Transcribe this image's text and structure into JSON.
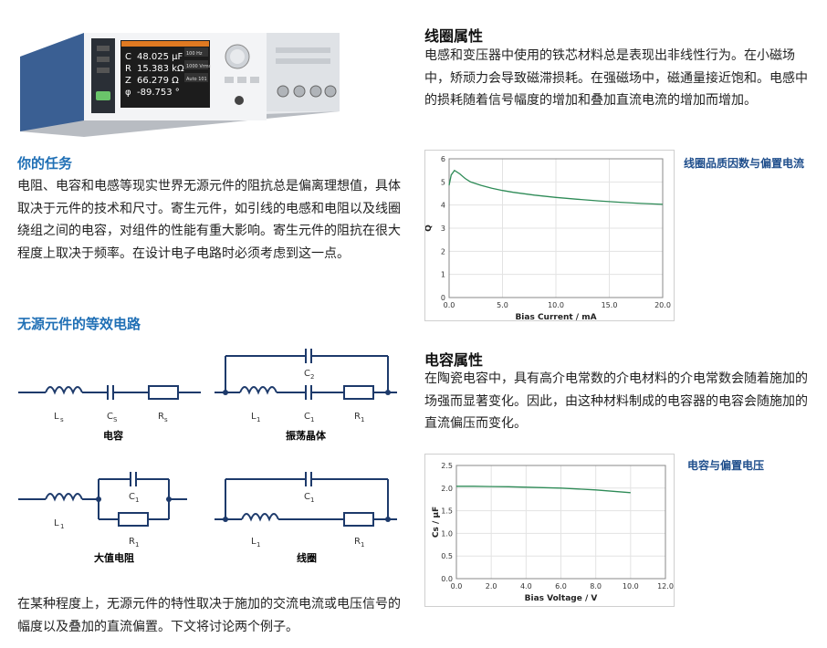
{
  "device": {
    "readout": [
      "48.025 µF",
      "15.383 kΩ",
      "66.279 Ω",
      "-89.753 °"
    ],
    "readout_labels": [
      "C",
      "R",
      "Z",
      "φ"
    ],
    "side_buttons": [
      "100 Hz",
      "1000 Vrms",
      "Auto 101"
    ]
  },
  "task": {
    "heading": "你的任务",
    "text": "电阻、电容和电感等现实世界无源元件的阻抗总是偏离理想值，具体取决于元件的技术和尺寸。寄生元件，如引线的电感和电阻以及线圈绕组之间的电容，对组件的性能有重大影响。寄生元件的阻抗在很大程度上取决于频率。在设计电子电路时必须考虑到这一点。"
  },
  "equiv": {
    "heading": "无源元件的等效电路",
    "circuits": [
      {
        "caption": "电容",
        "labels": [
          "L",
          "s",
          "C",
          "S",
          "R",
          "s"
        ]
      },
      {
        "caption": "振荡晶体",
        "labels": [
          "C",
          "2",
          "L",
          "1",
          "C",
          "1",
          "R",
          "1"
        ]
      },
      {
        "caption": "大值电阻",
        "labels": [
          "L",
          "1",
          "C",
          "1",
          "R",
          "1"
        ]
      },
      {
        "caption": "线圈",
        "labels": [
          "C",
          "1",
          "L",
          "1",
          "R",
          "1"
        ]
      }
    ]
  },
  "bottom_text": "在某种程度上，无源元件的特性取决于施加的交流电流或电压信号的幅度以及叠加的直流偏置。下文将讨论两个例子。",
  "coil": {
    "heading": "线圈属性",
    "text": "电感和变压器中使用的铁芯材料总是表现出非线性行为。在小磁场中，矫顽力会导致磁滞损耗。在强磁场中，磁通量接近饱和。电感中的损耗随着信号幅度的增加和叠加直流电流的增加而增加。",
    "caption": "线圈品质因数与偏置电流"
  },
  "cap": {
    "heading": "电容属性",
    "text": "在陶瓷电容中，具有高介电常数的介电材料的介电常数会随着施加的场强而显著变化。因此，由这种材料制成的电容器的电容会随施加的直流偏压而变化。",
    "caption": "电容与偏置电压"
  },
  "chart_data": [
    {
      "type": "line",
      "xlabel": "Bias Current / mA",
      "ylabel": "Q",
      "xlim": [
        0,
        20
      ],
      "ylim": [
        0,
        6
      ],
      "xticks": [
        "0.0",
        "5.0",
        "10.0",
        "15.0",
        "20.0"
      ],
      "yticks": [
        "0",
        "1",
        "2",
        "3",
        "4",
        "5",
        "6"
      ],
      "grid": true,
      "color": "#2e8b57",
      "x": [
        0,
        0.2,
        0.5,
        1,
        1.5,
        2,
        3,
        4,
        5,
        6,
        8,
        10,
        12,
        14,
        16,
        18,
        20
      ],
      "y": [
        4.85,
        5.3,
        5.5,
        5.35,
        5.15,
        5.0,
        4.85,
        4.73,
        4.63,
        4.55,
        4.43,
        4.33,
        4.25,
        4.18,
        4.12,
        4.07,
        4.03
      ]
    },
    {
      "type": "line",
      "xlabel": "Bias Voltage / V",
      "ylabel": "Cs / µF",
      "xlim": [
        0,
        12
      ],
      "ylim": [
        0,
        2.5
      ],
      "xticks": [
        "0.0",
        "2.0",
        "4.0",
        "6.0",
        "8.0",
        "10.0",
        "12.0"
      ],
      "yticks": [
        "0.0",
        "0.5",
        "1.0",
        "1.5",
        "2.0",
        "2.5"
      ],
      "grid": true,
      "color": "#2e8b57",
      "x": [
        0,
        1,
        2,
        3,
        4,
        5,
        6,
        7,
        8,
        9,
        10
      ],
      "y": [
        2.04,
        2.04,
        2.035,
        2.03,
        2.02,
        2.01,
        2.0,
        1.98,
        1.96,
        1.93,
        1.9
      ]
    }
  ]
}
